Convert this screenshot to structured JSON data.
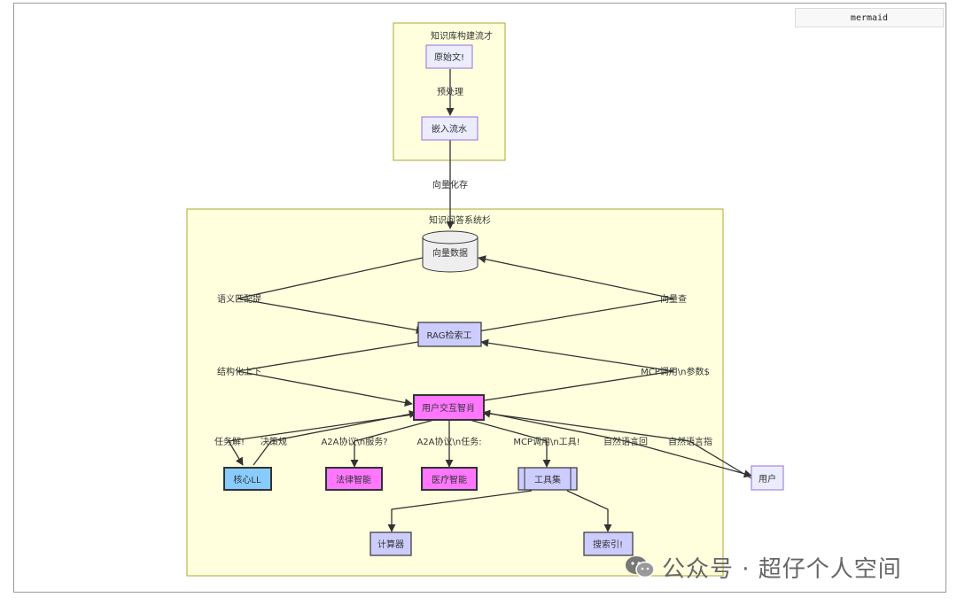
{
  "badge": {
    "label": "mermaid"
  },
  "watermark": {
    "text": "公众号 · 超仔个人空间",
    "icon": "wechat-icon"
  },
  "colors": {
    "subgraph_fill": "#ffffde",
    "subgraph_border": "#aaaa33",
    "node_fill": "#ececff",
    "node_border": "#9370db",
    "rag_fill": "#ccccff",
    "agent_fill": "#ff77ff",
    "llm_fill": "#88ccff",
    "edge": "#333333",
    "db_fill": "#eeeeee"
  },
  "diagram": {
    "subgraphs": {
      "kb": "知识库构建流才",
      "qa": "知识问答系统杉"
    },
    "nodes": {
      "raw_doc": "原始文!",
      "embed": "嵌入流水",
      "vector_db": "向量数据",
      "rag": "RAG检索工",
      "user_agent": "用户交互智肖",
      "core_llm": "核心LL",
      "legal": "法律智能",
      "medical": "医疗智能",
      "toolset": "工具集",
      "calculator": "计算器",
      "search": "搜索引!",
      "user": "用户"
    },
    "edge_labels": {
      "preprocess": "预处理",
      "vectorize": "向量化存",
      "semantic": "语义匹配提",
      "vector_query": "向量查",
      "structured": "结构化上下",
      "mcp_params": "MCP调用\\n参数$",
      "task_decomp": "任务解!",
      "decision": "决策规",
      "a2a_service": "A2A协议\\n服务?",
      "a2a_task": "A2A协议\\n任务:",
      "mcp_tool": "MCP调用\\n工具!",
      "nl_reply": "自然语言回",
      "nl_query": "自然语言指"
    }
  }
}
